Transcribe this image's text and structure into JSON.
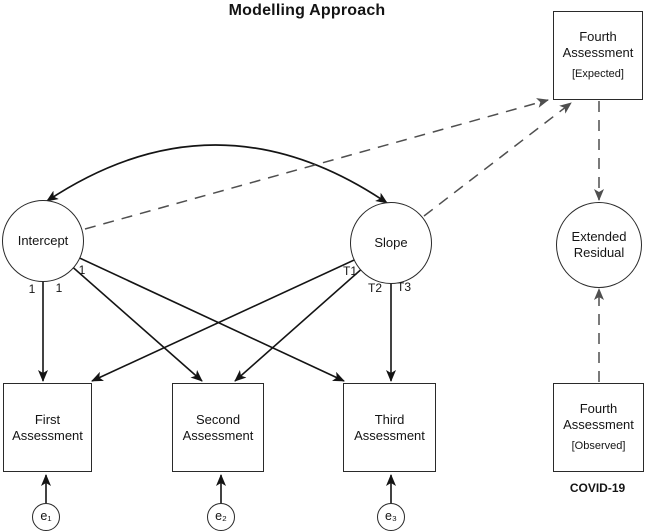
{
  "title": "Modelling Approach",
  "latent": {
    "intercept": {
      "label": "Intercept"
    },
    "slope": {
      "label": "Slope"
    },
    "extended_residual": {
      "label": "Extended Residual"
    }
  },
  "observed": {
    "first": {
      "label": "First Assessment"
    },
    "second": {
      "label": "Second Assessment"
    },
    "third": {
      "label": "Third Assessment"
    },
    "fourth_expected": {
      "label": "Fourth Assessment",
      "tag": "[Expected]"
    },
    "fourth_observed": {
      "label": "Fourth Assessment",
      "tag": "[Observed]"
    }
  },
  "error_terms": [
    {
      "label": "e₁"
    },
    {
      "label": "e₂"
    },
    {
      "label": "e₃"
    }
  ],
  "loadings": {
    "intercept": [
      "1",
      "1",
      "1"
    ],
    "slope": [
      "T1",
      "T2",
      "T3"
    ]
  },
  "annotation": {
    "covid": "COVID-19"
  },
  "colors": {
    "solid_line": "#141414",
    "dashed_line": "#4f4f4f",
    "node_border": "#2a2a2a",
    "text": "#141414",
    "background": "#ffffff"
  }
}
